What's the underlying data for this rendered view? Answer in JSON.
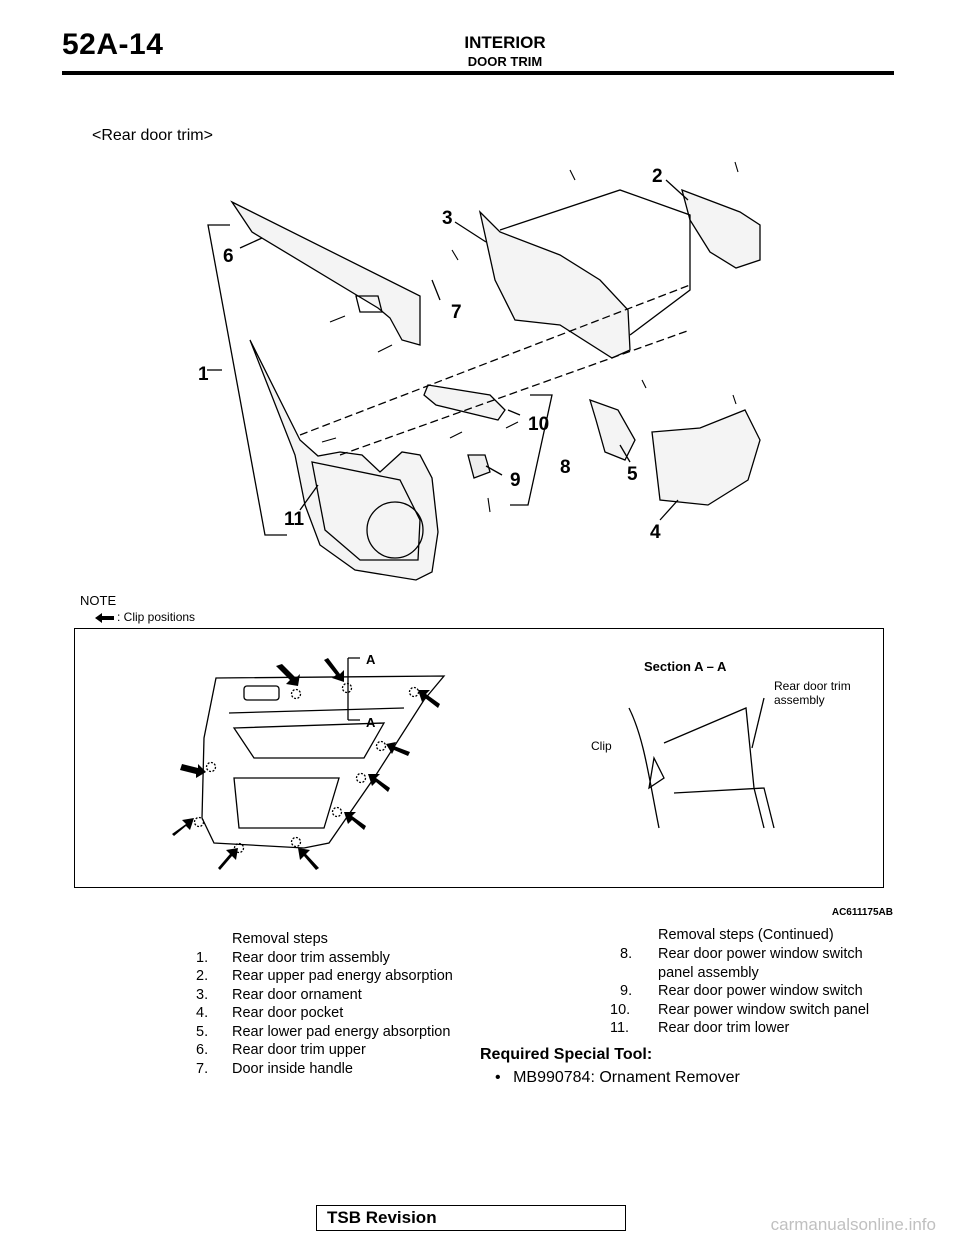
{
  "header": {
    "page_number": "52A-14",
    "section_title": "INTERIOR",
    "section_subtitle": "DOOR TRIM"
  },
  "figure": {
    "title": "<Rear door trim>",
    "callouts": [
      "1",
      "2",
      "3",
      "4",
      "5",
      "6",
      "7",
      "8",
      "9",
      "10",
      "11"
    ],
    "note_label": "NOTE",
    "note_text": ": Clip positions",
    "section_label": "Section A – A",
    "section_marker": "A",
    "rear_door_label_line1": "Rear door trim",
    "rear_door_label_line2": "assembly",
    "clip_label": "Clip",
    "figure_code": "AC611175AB"
  },
  "removal": {
    "heading": "Removal steps",
    "steps": [
      {
        "num": "1.",
        "text": "Rear door trim assembly"
      },
      {
        "num": "2.",
        "text": "Rear upper pad energy absorption"
      },
      {
        "num": "3.",
        "text": "Rear door ornament"
      },
      {
        "num": "4.",
        "text": "Rear door pocket"
      },
      {
        "num": "5.",
        "text": "Rear lower pad energy absorption"
      },
      {
        "num": "6.",
        "text": "Rear door trim upper"
      },
      {
        "num": "7.",
        "text": "Door inside handle"
      }
    ]
  },
  "removal_cont": {
    "heading": "Removal steps (Continued)",
    "steps": [
      {
        "num": "8.",
        "text": "Rear door power window switch",
        "text2": "panel assembly"
      },
      {
        "num": "9.",
        "text": "Rear door power window switch"
      },
      {
        "num": "10.",
        "text": "Rear power window switch panel"
      },
      {
        "num": "11.",
        "text": "Rear door trim lower"
      }
    ]
  },
  "special_tool": {
    "heading": "Required Special Tool:",
    "item": "MB990784: Ornament Remover"
  },
  "footer": {
    "tsb": "TSB Revision",
    "watermark": "carmanualsonline.info"
  }
}
